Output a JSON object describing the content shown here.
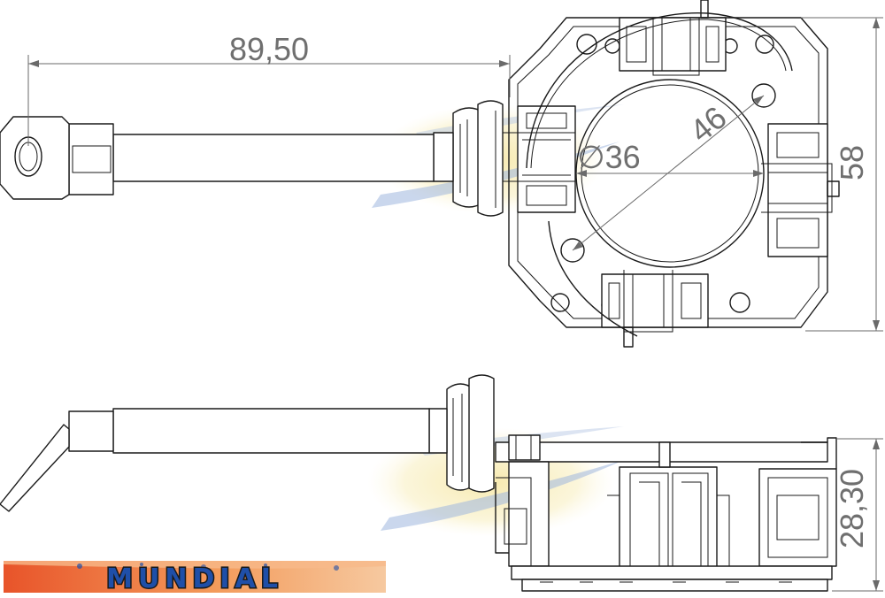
{
  "dimensions": {
    "length": "89,50",
    "diagonal": "46",
    "bore": "∅36",
    "height": "58",
    "depth": "28,30"
  },
  "logo": {
    "text": "MUNDIAL"
  },
  "colors": {
    "line": "#1a1a1a",
    "dimension": "#6f6f6f",
    "watermark_yellow": "#f6e7a6",
    "watermark_blue": "#8fa9d6",
    "logo_orange": "#e8542a",
    "logo_blue": "#1f4fa8"
  }
}
